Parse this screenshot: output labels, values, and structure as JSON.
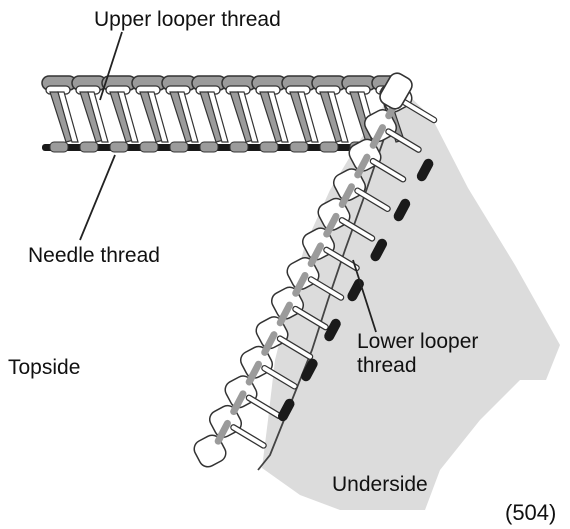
{
  "labels": {
    "upper_looper": "Upper looper thread",
    "needle": "Needle thread",
    "lower_looper_line1": "Lower looper",
    "lower_looper_line2": "thread",
    "topside": "Topside",
    "underside": "Underside",
    "figure_number": "(504)"
  },
  "colors": {
    "underside_fabric": "#dcdcdc",
    "loop_fill": "#ffffff",
    "loop_outline": "#333333",
    "upper_looper_thread": "#9b9b9b",
    "needle_thread": "#1a1a1a",
    "lower_looper_thread": "#1a1a1a"
  }
}
